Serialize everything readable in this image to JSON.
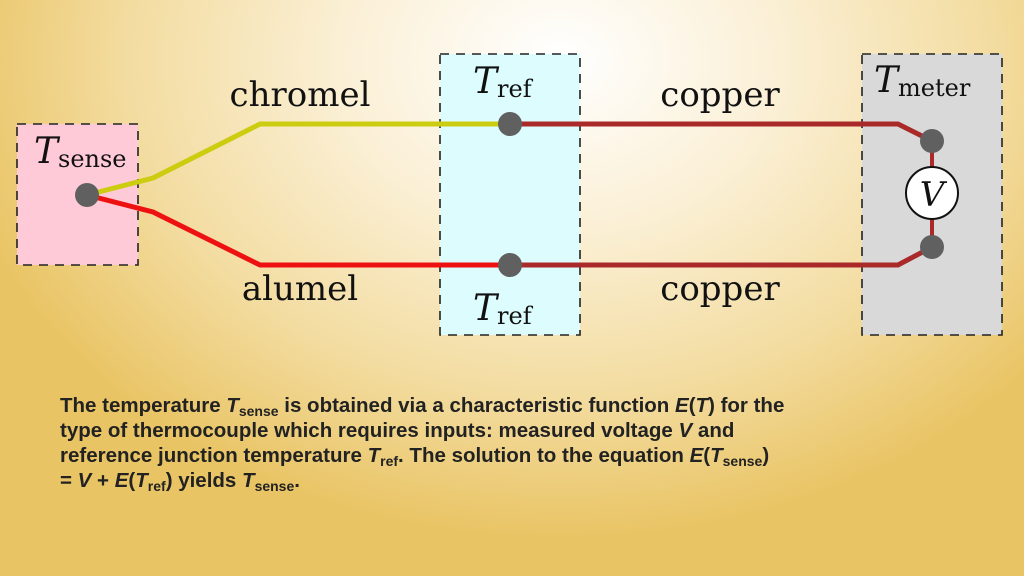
{
  "diagram": {
    "sense_box": {
      "symbol": "T",
      "subscript": "sense",
      "color": "#ffcad8"
    },
    "ref_box": {
      "symbol": "T",
      "subscript": "ref",
      "color": "#ddfcfe"
    },
    "meter_box": {
      "symbol": "T",
      "subscript": "meter",
      "color": "#d9d9d9"
    },
    "wires": {
      "chromel": {
        "label": "chromel",
        "color": "#cccc11"
      },
      "alumel": {
        "label": "alumel",
        "color": "#ee1111"
      },
      "copper_top": {
        "label": "copper",
        "color": "#aa2a2a"
      },
      "copper_bottom": {
        "label": "copper",
        "color": "#aa2a2a"
      }
    },
    "voltmeter_label": "V",
    "junction_color": "#606060"
  },
  "caption": {
    "lines": [
      [
        {
          "t": "The temperature "
        },
        {
          "t": "T",
          "s": "i"
        },
        {
          "t": "sense",
          "s": "sub"
        },
        {
          "t": " is obtained via a characteristic function "
        },
        {
          "t": "E",
          "s": "i"
        },
        {
          "t": "("
        },
        {
          "t": "T",
          "s": "i"
        },
        {
          "t": ") for the"
        }
      ],
      [
        {
          "t": "type of thermocouple which requires inputs: measured voltage "
        },
        {
          "t": "V",
          "s": "i"
        },
        {
          "t": " and"
        }
      ],
      [
        {
          "t": "reference junction temperature "
        },
        {
          "t": "T",
          "s": "i"
        },
        {
          "t": "ref",
          "s": "sub"
        },
        {
          "t": ". The solution to the equation "
        },
        {
          "t": "E",
          "s": "i"
        },
        {
          "t": "("
        },
        {
          "t": "T",
          "s": "i"
        },
        {
          "t": "sense",
          "s": "sub"
        },
        {
          "t": ")"
        }
      ],
      [
        {
          "t": "= "
        },
        {
          "t": "V",
          "s": "i"
        },
        {
          "t": " + "
        },
        {
          "t": "E",
          "s": "i"
        },
        {
          "t": "("
        },
        {
          "t": "T",
          "s": "i"
        },
        {
          "t": "ref",
          "s": "sub"
        },
        {
          "t": ") yields "
        },
        {
          "t": "T",
          "s": "i"
        },
        {
          "t": "sense",
          "s": "sub"
        },
        {
          "t": "."
        }
      ]
    ]
  }
}
